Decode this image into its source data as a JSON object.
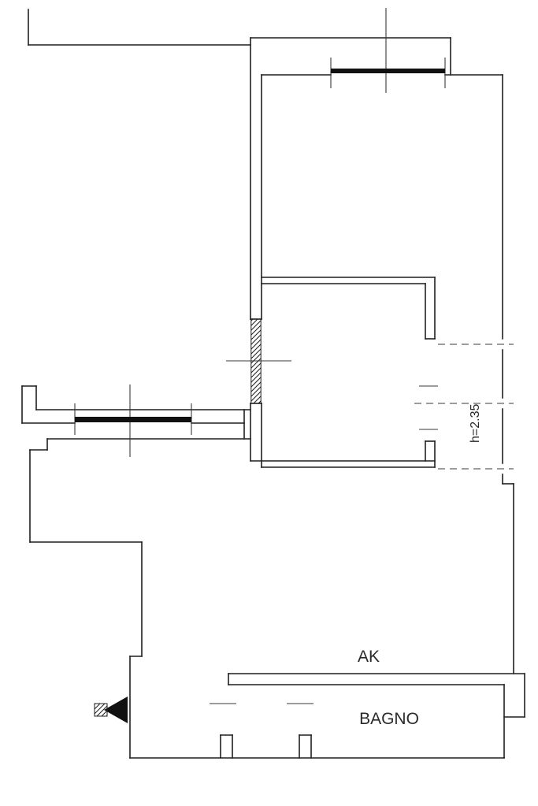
{
  "floorplan": {
    "rooms": [
      {
        "label": "AK"
      },
      {
        "label": "BAGNO"
      }
    ],
    "annotations": [
      {
        "label": "h=2.35"
      }
    ],
    "symbols": [
      {
        "name": "window-symbol-top"
      },
      {
        "name": "window-symbol-left"
      },
      {
        "name": "hatched-window-symbol"
      },
      {
        "name": "entrance-door-icon"
      }
    ],
    "colors": {
      "background": "#ffffff",
      "line": "#1f1f1f"
    }
  }
}
